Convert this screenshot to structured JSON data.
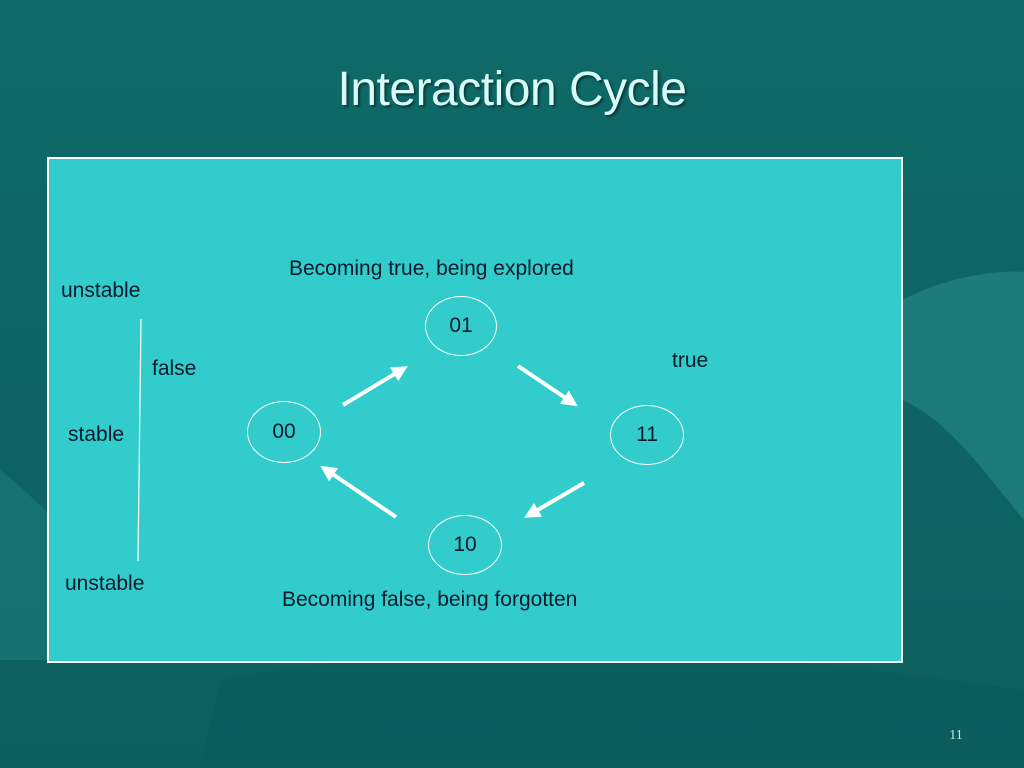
{
  "slide": {
    "title": "Interaction Cycle",
    "page_number": "11"
  },
  "diagram": {
    "top_caption": "Becoming true, being explored",
    "bottom_caption": "Becoming false, being forgotten",
    "axis_labels": {
      "unstable_top": "unstable",
      "stable": "stable",
      "unstable_bottom": "unstable",
      "false": "false",
      "true": "true"
    },
    "nodes": {
      "n00": "00",
      "n01": "01",
      "n11": "11",
      "n10": "10"
    }
  },
  "colors": {
    "background": "#0f6a68",
    "panel": "#33cccc",
    "arrow": "#ffffff",
    "text": "#0d1a2e",
    "title": "#d6fbf8"
  }
}
